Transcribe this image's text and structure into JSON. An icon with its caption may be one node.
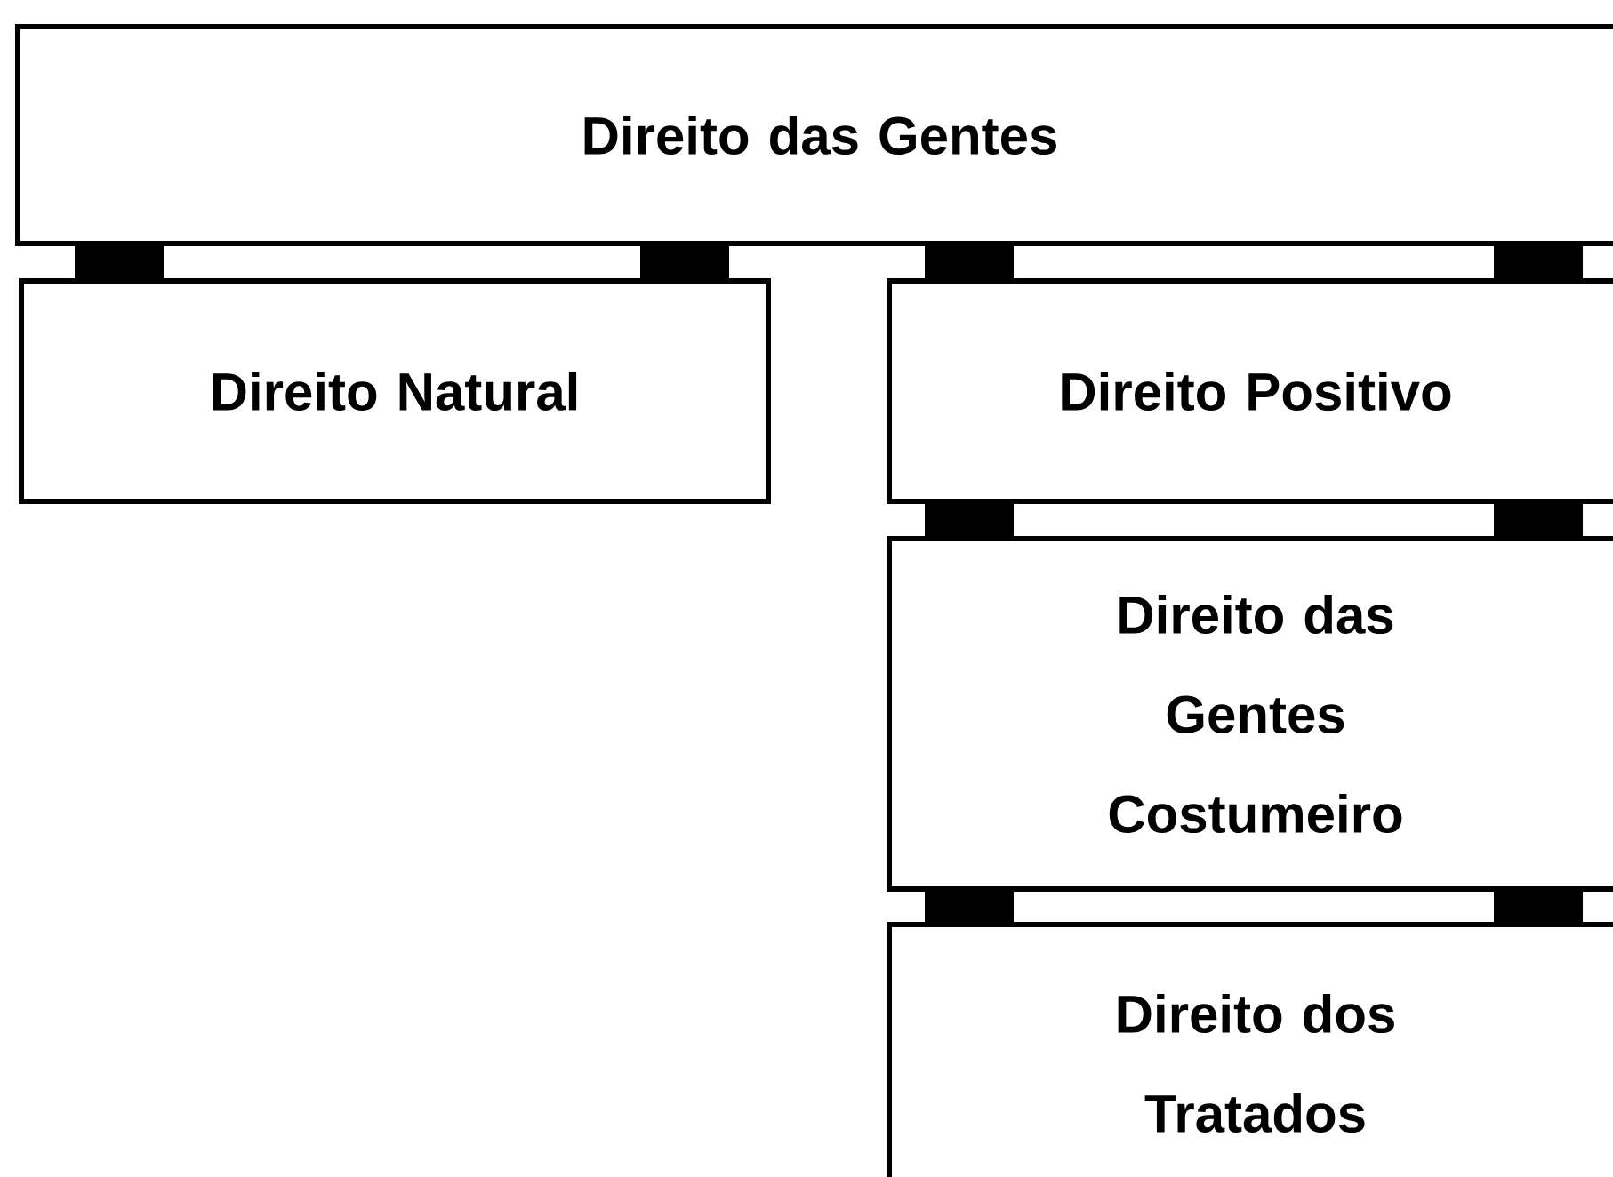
{
  "diagram": {
    "nodes": [
      {
        "text": [
          "Direito das Gentes"
        ]
      },
      {
        "text": [
          "Direito Natural"
        ]
      },
      {
        "text": [
          "Direito Positivo"
        ]
      },
      {
        "text": [
          "Direito das Gentes Costumeiro"
        ]
      },
      {
        "text": [
          "Direito dos Tratados"
        ]
      }
    ],
    "edges": [
      {
        "from": 0,
        "to": 1,
        "arrow": "none"
      },
      {
        "from": 0,
        "to": 2,
        "arrow": "none"
      },
      {
        "from": 2,
        "to": 3,
        "arrow": "none"
      },
      {
        "from": 3,
        "to": 4,
        "arrow": "none"
      }
    ]
  }
}
